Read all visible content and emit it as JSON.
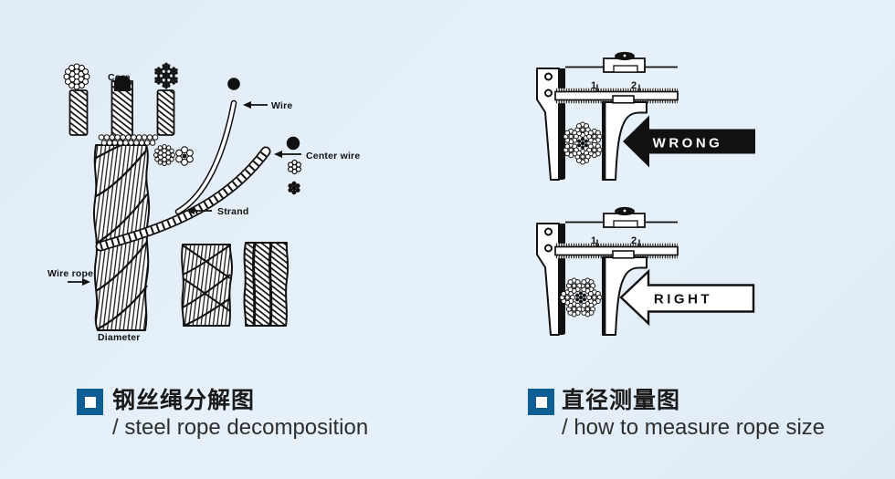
{
  "colors": {
    "background": "#e3edf8",
    "ink": "#111111",
    "accent_blue": "#0e5d95"
  },
  "left_panel": {
    "labels": {
      "core": "Core",
      "wire": "Wire",
      "center_wire": "Center wire",
      "strand": "Strand",
      "wire_rope": "Wire rope",
      "diameter": "Diameter"
    },
    "caption": {
      "title_zh": "钢丝绳分解图",
      "title_en": "/ steel rope decomposition"
    }
  },
  "right_panel": {
    "scale_marks": {
      "one": "1",
      "two": "2"
    },
    "wrong_label": "WRONG",
    "right_label": "RIGHT",
    "caption": {
      "title_zh": "直径测量图",
      "title_en": "/ how to measure rope size"
    }
  }
}
